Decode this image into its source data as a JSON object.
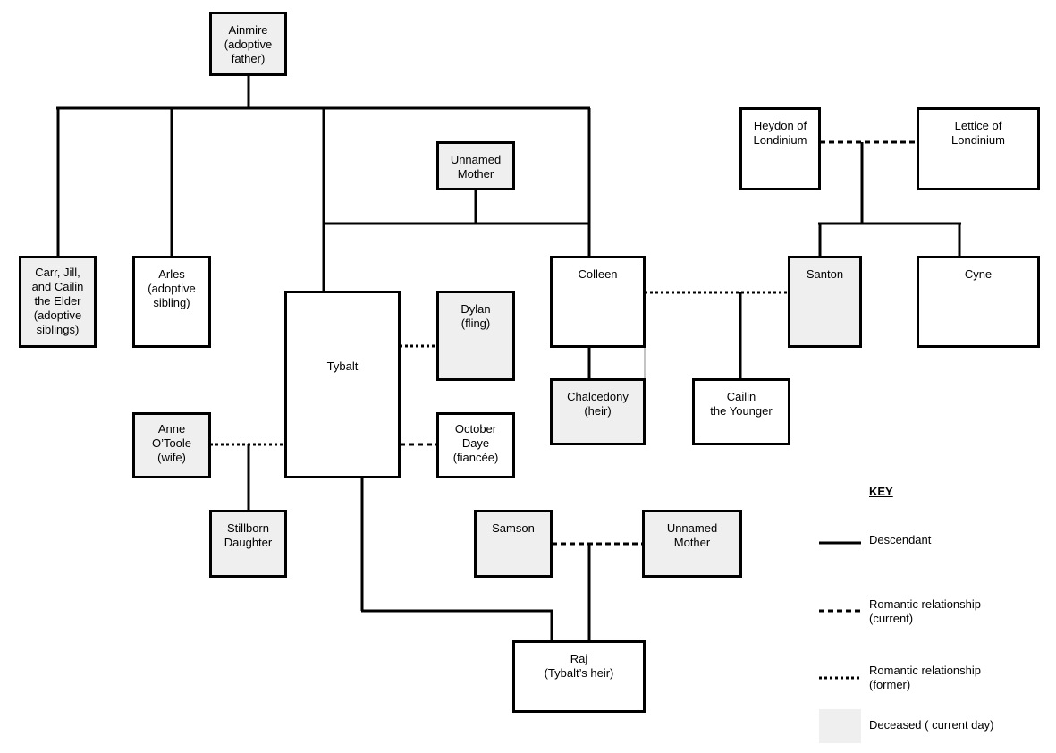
{
  "nodes": {
    "ainmire": {
      "label": "Ainmire\n(adoptive\nfather)",
      "deceased": true
    },
    "heydon": {
      "label": "Heydon of\nLondinium",
      "deceased": false
    },
    "lettice": {
      "label": "Lettice of\nLondinium",
      "deceased": false
    },
    "unnamed_mother_1": {
      "label": "Unnamed\nMother",
      "deceased": true
    },
    "carr": {
      "label": "Carr, Jill,\nand Cailin\nthe Elder\n(adoptive\nsiblings)",
      "deceased": true
    },
    "arles": {
      "label": "Arles\n(adoptive\nsibling)",
      "deceased": false
    },
    "colleen": {
      "label": "Colleen",
      "deceased": false
    },
    "santon": {
      "label": "Santon",
      "deceased": true
    },
    "cyne": {
      "label": "Cyne",
      "deceased": false
    },
    "tybalt": {
      "label": "Tybalt",
      "deceased": false
    },
    "dylan": {
      "label": "Dylan\n(fling)",
      "deceased": true
    },
    "chalcedony": {
      "label": "Chalcedony\n(heir)",
      "deceased": true
    },
    "cailin_younger": {
      "label": "Cailin\nthe Younger",
      "deceased": false
    },
    "anne": {
      "label": "Anne\nO’Toole\n(wife)",
      "deceased": true
    },
    "october": {
      "label": "October\nDaye\n(fiancée)",
      "deceased": false
    },
    "stillborn": {
      "label": "Stillborn\nDaughter",
      "deceased": true
    },
    "samson": {
      "label": "Samson",
      "deceased": true
    },
    "unnamed_mother_2": {
      "label": "Unnamed\nMother",
      "deceased": true
    },
    "raj": {
      "label": "Raj\n(Tybalt’s heir)",
      "deceased": false
    }
  },
  "key": {
    "title": "KEY",
    "descendant": "Descendant",
    "romantic_current": "Romantic relationship\n(current)",
    "romantic_former": "Romantic relationship\n(former)",
    "deceased": "Deceased ( current day)"
  },
  "colors": {
    "deceased_fill": "#efefef",
    "line": "#000000"
  }
}
